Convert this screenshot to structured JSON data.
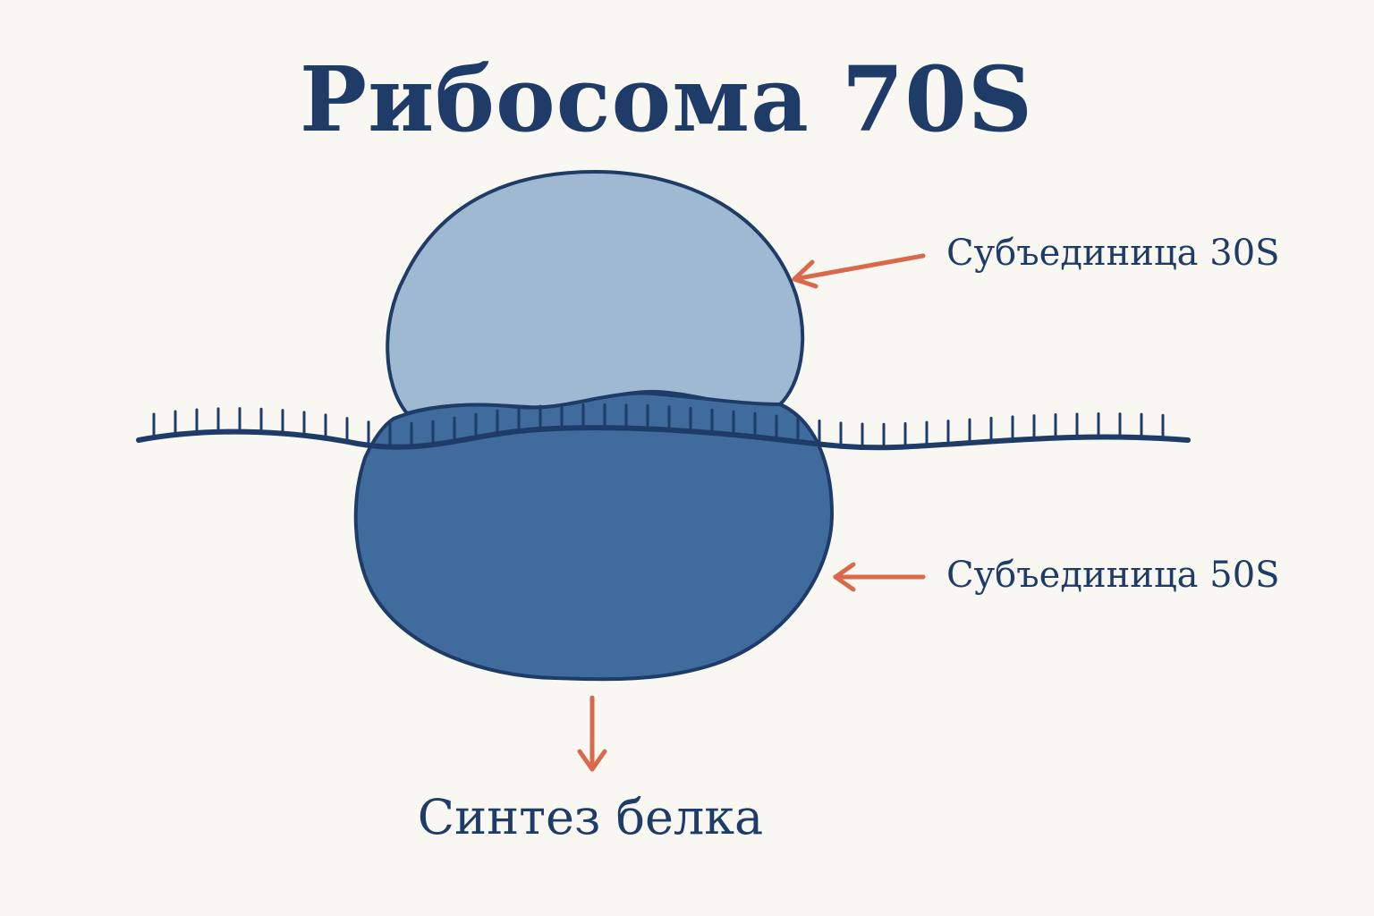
{
  "title": "Рибосома 70S",
  "labels": {
    "small_subunit": "Субъединица 30S",
    "large_subunit": "Субъединица 50S",
    "output": "Синтез белка"
  },
  "colors": {
    "background": "#f9f7f1",
    "outline": "#1f3c69",
    "small_subunit_fill": "#9fb9d3",
    "large_subunit_fill": "#3f6b9d",
    "arrow": "#d9694a",
    "text": "#1f3c69"
  }
}
